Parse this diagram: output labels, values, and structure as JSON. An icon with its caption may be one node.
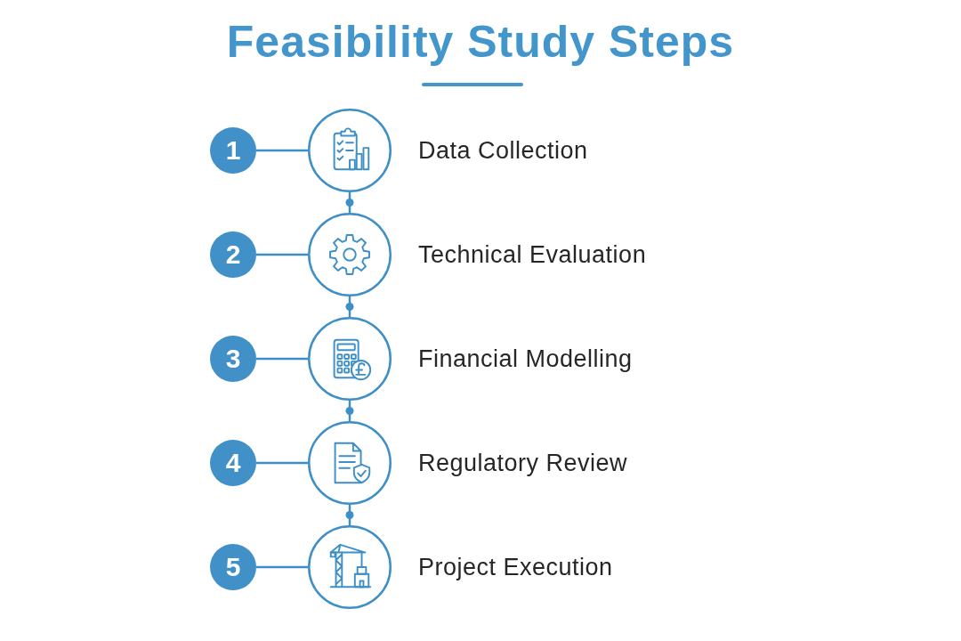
{
  "diagram": {
    "title": "Feasibility Study Steps",
    "nodes": [
      {
        "text": [
          "1"
        ]
      },
      {
        "text": [],
        "shape": "circle",
        "beside": [
          "Data Collection"
        ]
      },
      {
        "text": [
          "2"
        ]
      },
      {
        "text": [],
        "shape": "circle",
        "beside": [
          "Technical Evaluation"
        ]
      },
      {
        "text": [
          "3"
        ]
      },
      {
        "text": [],
        "shape": "circle",
        "beside": [
          "Financial Modelling"
        ]
      },
      {
        "text": [
          "4"
        ]
      },
      {
        "text": [],
        "shape": "circle",
        "beside": [
          "Regulatory Review"
        ]
      },
      {
        "text": [
          "5"
        ]
      },
      {
        "text": [],
        "shape": "circle",
        "beside": [
          "Project Execution"
        ]
      }
    ],
    "edges": [
      {
        "from": 0,
        "to": 1,
        "arrow": "none"
      },
      {
        "from": 1,
        "to": 3,
        "arrow": "none"
      },
      {
        "from": 2,
        "to": 3,
        "arrow": "none"
      },
      {
        "from": 3,
        "to": 5,
        "arrow": "none"
      },
      {
        "from": 4,
        "to": 5,
        "arrow": "none"
      },
      {
        "from": 5,
        "to": 7,
        "arrow": "none"
      },
      {
        "from": 6,
        "to": 7,
        "arrow": "none"
      },
      {
        "from": 7,
        "to": 9,
        "arrow": "none"
      },
      {
        "from": 8,
        "to": 9,
        "arrow": "none"
      }
    ]
  }
}
